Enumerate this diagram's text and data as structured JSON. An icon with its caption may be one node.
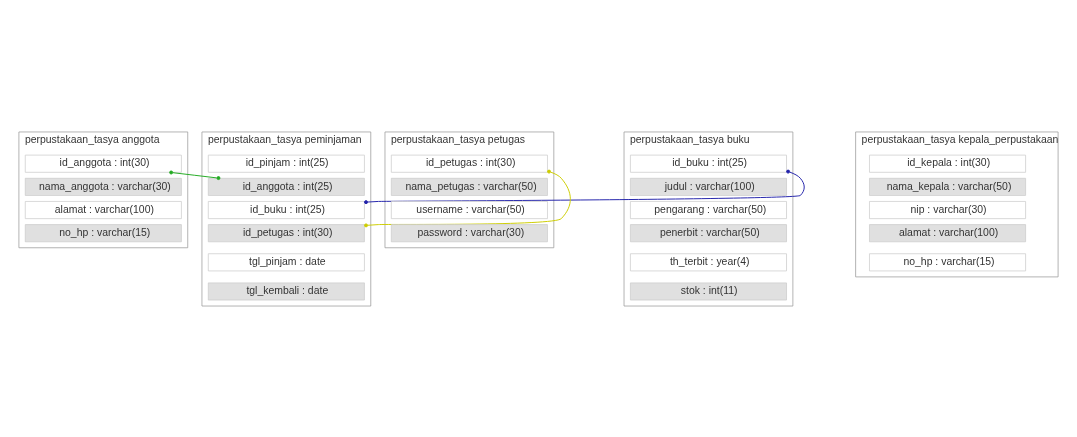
{
  "diagram": {
    "nodes": [
      {
        "text": [
          "perpustakaan_tasya anggota"
        ]
      },
      {
        "text": [
          "id_anggota : int(30)"
        ],
        "in": 0
      },
      {
        "text": [
          "nama_anggota : varchar(30)"
        ],
        "in": 0
      },
      {
        "text": [
          "alamat : varchar(100)"
        ],
        "in": 0
      },
      {
        "text": [
          "no_hp : varchar(15)"
        ],
        "in": 0
      },
      {
        "text": [
          "perpustakaan_tasya buku"
        ]
      },
      {
        "text": [
          "id_buku : int(25)"
        ],
        "in": 5
      },
      {
        "text": [
          "judul : varchar(100)"
        ],
        "in": 5
      },
      {
        "text": [
          "pengarang : varchar(50)"
        ],
        "in": 5
      },
      {
        "text": [
          "penerbit : varchar(50)"
        ],
        "in": 5
      },
      {
        "text": [
          "th_terbit : year(4)"
        ],
        "in": 5
      },
      {
        "text": [
          "stok : int(11)"
        ],
        "in": 5
      },
      {
        "text": [
          "perpustakaan_tasya kepala_perpustakaan"
        ]
      },
      {
        "text": [
          "id_kepala : int(30)"
        ],
        "in": 12
      },
      {
        "text": [
          "nama_kepala : varchar(50)"
        ],
        "in": 12
      },
      {
        "text": [
          "nip : varchar(30)"
        ],
        "in": 12
      },
      {
        "text": [
          "alamat : varchar(100)"
        ],
        "in": 12
      },
      {
        "text": [
          "no_hp : varchar(15)"
        ],
        "in": 12
      },
      {
        "text": [
          "perpustakaan_tasya peminjaman"
        ]
      },
      {
        "text": [
          "id_pinjam : int(25)"
        ],
        "in": 18
      },
      {
        "text": [
          "id_anggota : int(25)"
        ],
        "in": 18
      },
      {
        "text": [
          "id_buku : int(25)"
        ],
        "in": 18
      },
      {
        "text": [
          "id_petugas : int(30)"
        ],
        "in": 18
      },
      {
        "text": [
          "tgl_pinjam : date"
        ],
        "in": 18
      },
      {
        "text": [
          "tgl_kembali : date"
        ],
        "in": 18
      },
      {
        "text": [
          "perpustakaan_tasya petugas"
        ]
      },
      {
        "text": [
          "id_petugas : int(30)"
        ],
        "in": 25
      },
      {
        "text": [
          "nama_petugas : varchar(50)"
        ],
        "in": 25
      },
      {
        "text": [
          "username : varchar(50)"
        ],
        "in": 25
      },
      {
        "text": [
          "password : varchar(30)"
        ],
        "in": 25
      }
    ],
    "edges": [
      {
        "from": 20,
        "to": 1,
        "arrow": "other",
        "color": "#22aa22"
      },
      {
        "from": 21,
        "to": 6,
        "arrow": "other",
        "color": "#2222aa"
      },
      {
        "from": 22,
        "to": 26,
        "arrow": "other",
        "color": "#cccc00"
      }
    ]
  }
}
